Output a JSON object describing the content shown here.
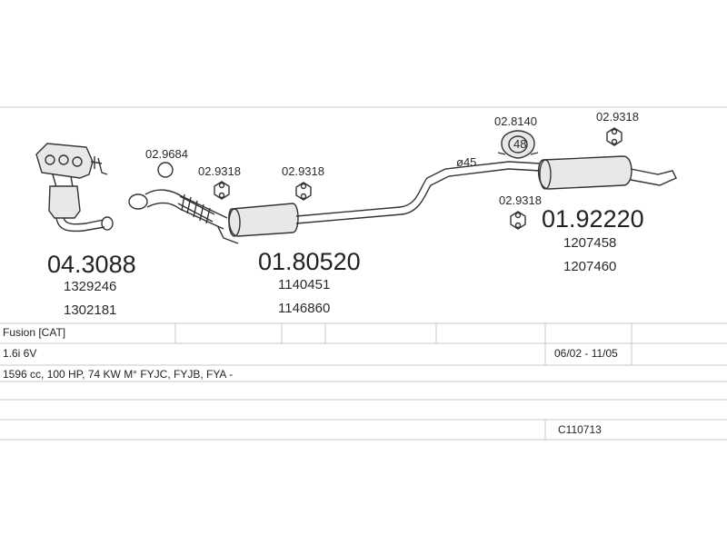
{
  "parts": {
    "catalyst": {
      "code": "04.3088",
      "refs": [
        "1329246",
        "1302181"
      ]
    },
    "ring_gasket": {
      "code": "02.9684"
    },
    "hanger_a": {
      "code": "02.9318"
    },
    "hanger_b": {
      "code": "02.9318"
    },
    "middle_silencer": {
      "code": "01.80520",
      "refs": [
        "1140451",
        "1146860"
      ]
    },
    "pipe_diameter": "ø45",
    "clamp": {
      "code": "02.8140",
      "size": "48"
    },
    "hanger_c": {
      "code": "02.9318"
    },
    "hanger_d": {
      "code": "02.9318"
    },
    "rear_silencer": {
      "code": "01.92220",
      "refs": [
        "1207458",
        "1207460"
      ]
    }
  },
  "table": {
    "model": "Fusion  [CAT]",
    "engine": "1.6i  6V",
    "period": "06/02 - 11/05",
    "spec": "1596 cc, 100 HP, 74 KW M° FYJC, FYJB, FYA -",
    "catalog_code": "C110713"
  }
}
